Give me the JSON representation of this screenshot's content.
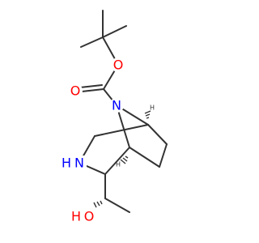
{
  "molecule": {
    "atom_labels": {
      "ester_oxygen": "O",
      "carbonyl_oxygen": "O",
      "bridge_nitrogen": "N",
      "ring_nitrogen": "N",
      "ring_nitrogen_hydrogen": "H",
      "hydroxyl_oxygen": "O",
      "hydroxyl_hydrogen": "H",
      "stereo_h_upper": "H",
      "stereo_h_lower": "H"
    },
    "colors": {
      "bond": "#333333",
      "oxygen": "#FF0000",
      "nitrogen": "#0000FF"
    }
  }
}
